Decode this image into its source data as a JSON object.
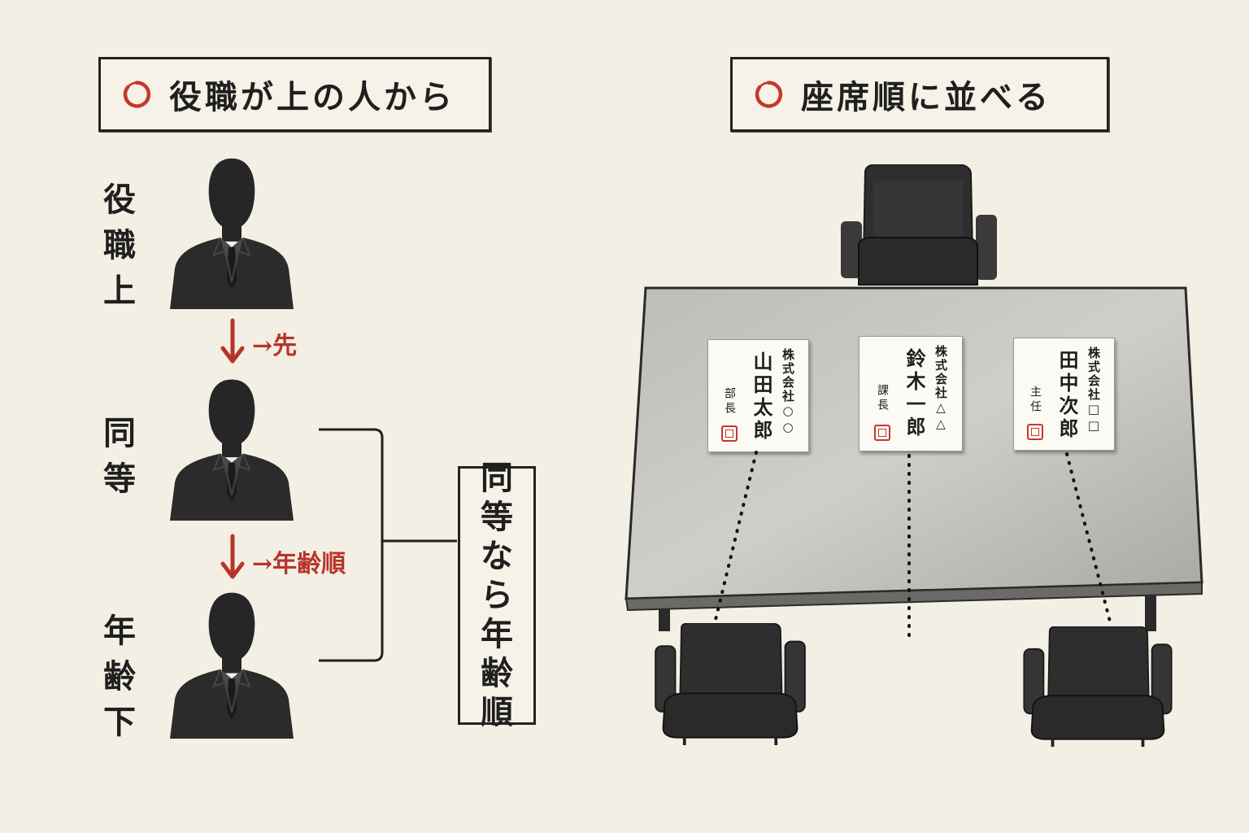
{
  "left": {
    "heading": "役職が上の人から",
    "ranks": [
      {
        "label": "役職上"
      },
      {
        "label": "同等"
      },
      {
        "label": "年齢下"
      }
    ],
    "steps": [
      {
        "text": "→先"
      },
      {
        "text": "→年齢順"
      }
    ],
    "summary": "同等なら年齢順"
  },
  "right": {
    "heading": "座席順に並べる",
    "cards": [
      {
        "company": "株式会社○○",
        "name": "山田太郎",
        "title": "部長"
      },
      {
        "company": "株式会社△△",
        "name": "鈴木一郎",
        "title": "課長"
      },
      {
        "company": "株式会社□□",
        "name": "田中次郎",
        "title": "主任"
      }
    ]
  },
  "colors": {
    "accent_red": "#b8342a",
    "ink": "#1f1f1f",
    "paper": "#f3efe4"
  }
}
